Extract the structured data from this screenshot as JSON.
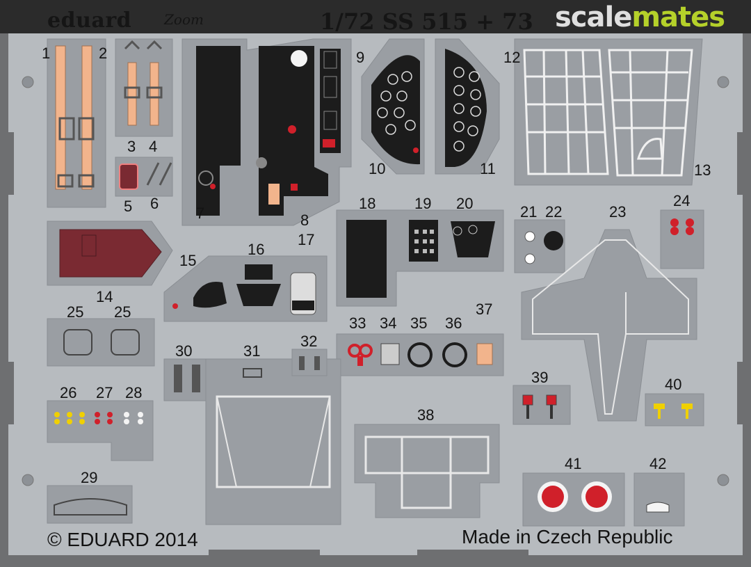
{
  "header": {
    "brand": "eduard",
    "zoom_logo": "Zoom",
    "set_code": "1/72  SS 515 + 73",
    "watermark_a": "scale",
    "watermark_b": "mates"
  },
  "part_numbers": [
    "1",
    "2",
    "3",
    "4",
    "5",
    "6",
    "7",
    "8",
    "9",
    "10",
    "11",
    "12",
    "13",
    "14",
    "15",
    "16",
    "17",
    "18",
    "19",
    "20",
    "21",
    "22",
    "23",
    "24",
    "25",
    "25",
    "26",
    "27",
    "28",
    "29",
    "30",
    "31",
    "32",
    "33",
    "34",
    "35",
    "36",
    "37",
    "38",
    "39",
    "40",
    "41",
    "42"
  ],
  "footer": {
    "copyright": "© EDUARD 2014",
    "made_in": "Made in Czech Republic"
  },
  "colors": {
    "fret": "#b7bbbf",
    "fret_edge": "#8d9196",
    "frame": "#6e6f71",
    "belt": "#f2b48c",
    "black": "#1c1c1c",
    "maroon": "#7a2a32",
    "red": "#d0202a",
    "yellow": "#f0d000",
    "white": "#f4f4f4"
  }
}
